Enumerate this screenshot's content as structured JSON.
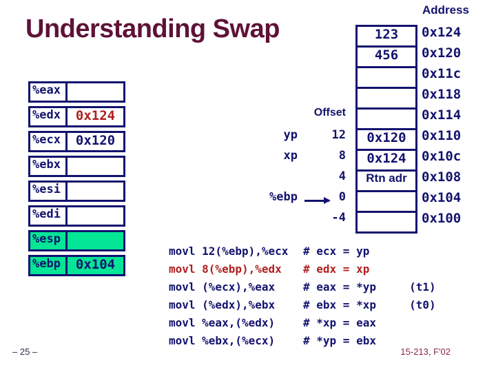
{
  "slide": {
    "title": "Understanding Swap",
    "page_number": "– 25 –",
    "course_footer": "15-213, F'02"
  },
  "colors": {
    "navy": "#12126e",
    "red": "#b01f1f",
    "highlight_green": "#04e596",
    "title_maroon": "#5e1237",
    "footer_red": "#8a2744"
  },
  "registers": {
    "items": [
      {
        "name": "%eax",
        "value": "",
        "highlight": false,
        "red": false
      },
      {
        "name": "%edx",
        "value": "0x124",
        "highlight": false,
        "red": true
      },
      {
        "name": "%ecx",
        "value": "0x120",
        "highlight": false,
        "red": false
      },
      {
        "name": "%ebx",
        "value": "",
        "highlight": false,
        "red": false
      },
      {
        "name": "%esi",
        "value": "",
        "highlight": false,
        "red": false
      },
      {
        "name": "%edi",
        "value": "",
        "highlight": false,
        "red": false
      },
      {
        "name": "%esp",
        "value": "",
        "highlight": true,
        "red": false
      },
      {
        "name": "%ebp",
        "value": "0x104",
        "highlight": true,
        "red": false
      }
    ]
  },
  "memory": {
    "address_header": "Address",
    "offset_header": "Offset",
    "rows": [
      {
        "value": "123",
        "style": "mono",
        "address": "0x124",
        "offset": "",
        "label": "",
        "pointer": false
      },
      {
        "value": "456",
        "style": "mono",
        "address": "0x120",
        "offset": "",
        "label": "",
        "pointer": false
      },
      {
        "value": "",
        "style": "mono",
        "address": "0x11c",
        "offset": "",
        "label": "",
        "pointer": false
      },
      {
        "value": "",
        "style": "mono",
        "address": "0x118",
        "offset": "",
        "label": "",
        "pointer": false
      },
      {
        "value": "",
        "style": "mono",
        "address": "0x114",
        "offset": "",
        "label": "",
        "pointer": false
      },
      {
        "value": "0x120",
        "style": "mono",
        "address": "0x110",
        "offset": "12",
        "label": "yp",
        "pointer": false
      },
      {
        "value": "0x124",
        "style": "mono",
        "address": "0x10c",
        "offset": "8",
        "label": "xp",
        "pointer": false
      },
      {
        "value": "Rtn adr",
        "style": "sans",
        "address": "0x108",
        "offset": "4",
        "label": "",
        "pointer": false
      },
      {
        "value": "",
        "style": "mono",
        "address": "0x104",
        "offset": "0",
        "label": "%ebp",
        "pointer": true
      },
      {
        "value": "",
        "style": "mono",
        "address": "0x100",
        "offset": "-4",
        "label": "",
        "pointer": false
      }
    ]
  },
  "code": {
    "lines": [
      {
        "asm": "movl 12(%ebp),%ecx",
        "comment": "# ecx = yp",
        "active": false
      },
      {
        "asm": "movl 8(%ebp),%edx",
        "comment": "# edx = xp",
        "active": true
      },
      {
        "asm": "movl (%ecx),%eax",
        "comment": "# eax = *yp     (t1)",
        "active": false
      },
      {
        "asm": "movl (%edx),%ebx",
        "comment": "# ebx = *xp     (t0)",
        "active": false
      },
      {
        "asm": "movl %eax,(%edx)",
        "comment": "# *xp = eax",
        "active": false
      },
      {
        "asm": "movl %ebx,(%ecx)",
        "comment": "# *yp = ebx",
        "active": false
      }
    ]
  }
}
